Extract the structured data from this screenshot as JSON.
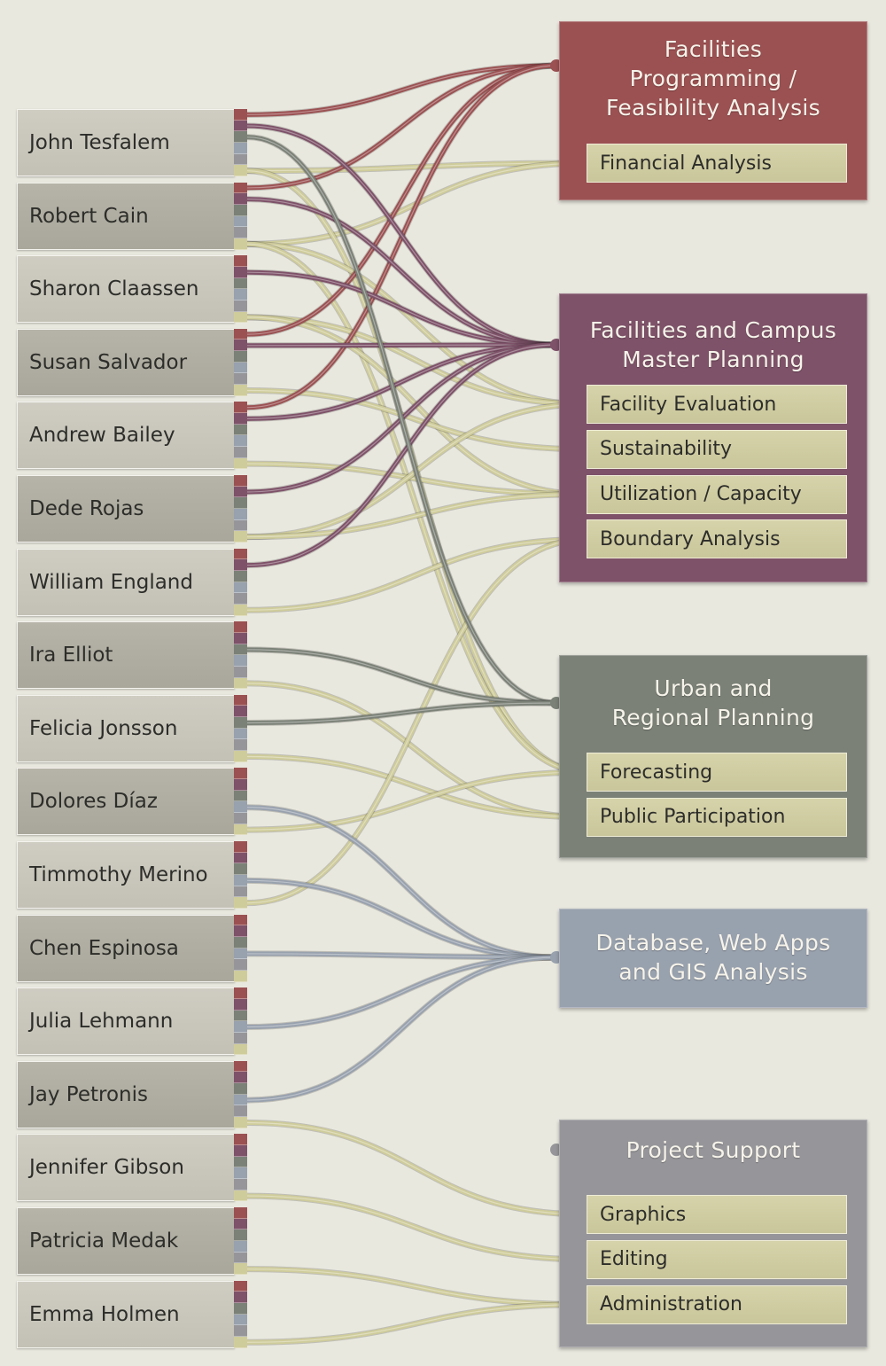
{
  "colors": {
    "facilities_programming": "#9b5152",
    "campus_master": "#7e5269",
    "urban_regional": "#7b8177",
    "database_gis": "#98a1ae",
    "project_support": "#96969a",
    "skill_link": "#cfcc9b"
  },
  "people": [
    {
      "name": "John Tesfalem"
    },
    {
      "name": "Robert Cain"
    },
    {
      "name": "Sharon Claassen"
    },
    {
      "name": "Susan Salvador"
    },
    {
      "name": "Andrew Bailey"
    },
    {
      "name": "Dede Rojas"
    },
    {
      "name": "William England"
    },
    {
      "name": "Ira Elliot"
    },
    {
      "name": "Felicia Jonsson"
    },
    {
      "name": "Dolores Díaz"
    },
    {
      "name": "Timmothy Merino"
    },
    {
      "name": "Chen Espinosa"
    },
    {
      "name": "Julia Lehmann"
    },
    {
      "name": "Jay Petronis"
    },
    {
      "name": "Jennifer Gibson"
    },
    {
      "name": "Patricia Medak"
    },
    {
      "name": "Emma Holmen"
    }
  ],
  "groups": [
    {
      "id": "fp",
      "title_lines": [
        "Facilities",
        "Programming /",
        "Feasibility Analysis"
      ],
      "color_key": "facilities_programming",
      "skills": [
        "Financial Analysis"
      ]
    },
    {
      "id": "cm",
      "title_lines": [
        "Facilities and Campus",
        "Master Planning"
      ],
      "color_key": "campus_master",
      "skills": [
        "Facility Evaluation",
        "Sustainability",
        "Utilization / Capacity",
        "Boundary Analysis"
      ]
    },
    {
      "id": "ur",
      "title_lines": [
        "Urban and",
        "Regional Planning"
      ],
      "color_key": "urban_regional",
      "skills": [
        "Forecasting",
        "Public Participation"
      ]
    },
    {
      "id": "db",
      "title_lines": [
        "Database, Web Apps",
        "and GIS Analysis"
      ],
      "color_key": "database_gis",
      "skills": []
    },
    {
      "id": "ps",
      "title_lines": [
        "Project Support"
      ],
      "color_key": "project_support",
      "skills": [
        "Graphics",
        "Editing",
        "Administration"
      ]
    }
  ],
  "links": [
    {
      "person": 0,
      "group": "fp"
    },
    {
      "person": 1,
      "group": "fp"
    },
    {
      "person": 3,
      "group": "fp"
    },
    {
      "person": 4,
      "group": "fp"
    },
    {
      "person": 0,
      "group": "cm"
    },
    {
      "person": 1,
      "group": "cm"
    },
    {
      "person": 2,
      "group": "cm"
    },
    {
      "person": 3,
      "group": "cm"
    },
    {
      "person": 4,
      "group": "cm"
    },
    {
      "person": 5,
      "group": "cm"
    },
    {
      "person": 6,
      "group": "cm"
    },
    {
      "person": 0,
      "group": "ur"
    },
    {
      "person": 7,
      "group": "ur"
    },
    {
      "person": 8,
      "group": "ur"
    },
    {
      "person": 9,
      "group": "db"
    },
    {
      "person": 10,
      "group": "db"
    },
    {
      "person": 11,
      "group": "db"
    },
    {
      "person": 12,
      "group": "db"
    },
    {
      "person": 13,
      "group": "db"
    }
  ],
  "skill_links": [
    {
      "person": 0,
      "skill": "Financial Analysis"
    },
    {
      "person": 1,
      "skill": "Financial Analysis"
    },
    {
      "person": 0,
      "skill": "Forecasting"
    },
    {
      "person": 1,
      "skill": "Facility Evaluation"
    },
    {
      "person": 1,
      "skill": "Forecasting"
    },
    {
      "person": 2,
      "skill": "Facility Evaluation"
    },
    {
      "person": 2,
      "skill": "Utilization / Capacity"
    },
    {
      "person": 3,
      "skill": "Sustainability"
    },
    {
      "person": 4,
      "skill": "Utilization / Capacity"
    },
    {
      "person": 5,
      "skill": "Facility Evaluation"
    },
    {
      "person": 5,
      "skill": "Utilization / Capacity"
    },
    {
      "person": 6,
      "skill": "Boundary Analysis"
    },
    {
      "person": 7,
      "skill": "Public Participation"
    },
    {
      "person": 8,
      "skill": "Public Participation"
    },
    {
      "person": 9,
      "skill": "Forecasting"
    },
    {
      "person": 10,
      "skill": "Boundary Analysis"
    },
    {
      "person": 13,
      "skill": "Graphics"
    },
    {
      "person": 14,
      "skill": "Editing"
    },
    {
      "person": 15,
      "skill": "Administration"
    },
    {
      "person": 16,
      "skill": "Administration"
    }
  ]
}
